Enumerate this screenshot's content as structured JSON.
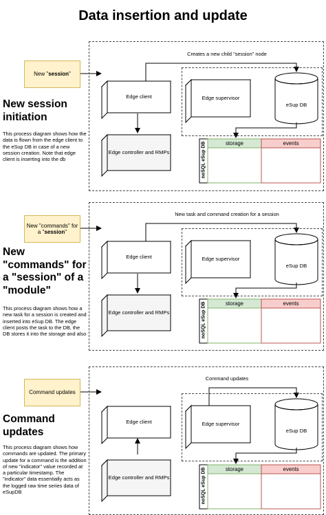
{
  "title": "Data insertion and update",
  "sections": [
    {
      "note": [
        "New \"",
        "session",
        "\""
      ],
      "heading": "New session initiation",
      "description": "This process diagram shows how the data is flown from the edge client to the eSup DB in case of a new session creation. Note that edge client is inserting into the db",
      "caption": "Creates a new child \"session\" node",
      "edge_client": "Edge client",
      "edge_controller": "Edge controller and RMPs",
      "edge_supervisor": "Edge supervisor",
      "db": "eSup DB",
      "table_label": "noSQL eSup DB",
      "storage": "storage",
      "events": "events"
    },
    {
      "note": [
        "New \"commands\" for a \"",
        "session",
        "\""
      ],
      "heading": "New \"commands\" for a \"session\" of a \"module\"",
      "description": "This process diagram shows how a new task for a session is created and inserted into eSup DB. The edge client posts the task to the DB, the DB stores it into the storage and also",
      "caption": "New task and command creation for a session",
      "edge_client": "Edge client",
      "edge_controller": "Edge controller and RMPs",
      "edge_supervisor": "Edge supervisor",
      "db": "eSup DB",
      "table_label": "noSQL eSup DB",
      "storage": "storage",
      "events": "events"
    },
    {
      "note": [
        "Command updates"
      ],
      "heading": "Command updates",
      "description": "This process diagram shows how commands are updated. The primary update for a command is the addition of new \"indicator\" value recorded at a particular timestamp. The \"indicator\" data essentially acts as the logged raw time series data of eSupDB",
      "caption": "Command updates",
      "edge_client": "Edge client",
      "edge_controller": "Edge controller and RMPs",
      "edge_supervisor": "Edge supervisor",
      "db": "eSup DB",
      "table_label": "noSQL eSup DB",
      "storage": "storage",
      "events": "events"
    }
  ],
  "colors": {
    "note_fill": "#fff2cc",
    "note_border": "#d6b656",
    "storage_header": "#d5e8d4",
    "storage_border": "#82b366",
    "events_header": "#f8cecc",
    "events_border": "#b85450",
    "controller_fill": "#f5f5f5"
  }
}
